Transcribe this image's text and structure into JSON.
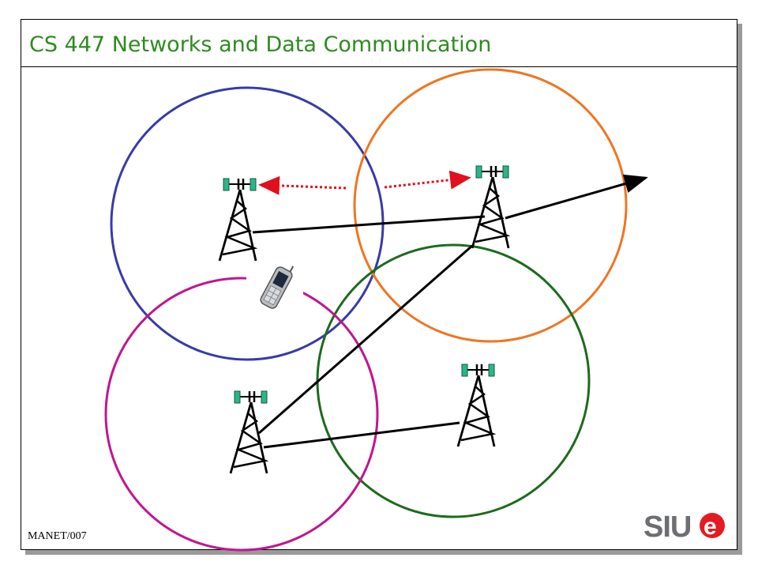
{
  "slide": {
    "title": "CS 447 Networks and Data Communication",
    "footer": "MANET/007"
  },
  "logo": {
    "text": "SIUe",
    "colors": {
      "gray": "#6d6e71",
      "red": "#e31b23"
    }
  },
  "diagram": {
    "cells": [
      {
        "name": "cell-circle-blue",
        "color": "#3a3aa8"
      },
      {
        "name": "cell-circle-orange",
        "color": "#ee7622"
      },
      {
        "name": "cell-circle-magenta",
        "color": "#c0168f"
      },
      {
        "name": "cell-circle-green",
        "color": "#1d6b1d"
      }
    ],
    "towers": [
      "tower-1",
      "tower-2",
      "tower-3",
      "tower-4"
    ],
    "signal_arrow_color": "#e0101c",
    "link_color": "#000000"
  }
}
